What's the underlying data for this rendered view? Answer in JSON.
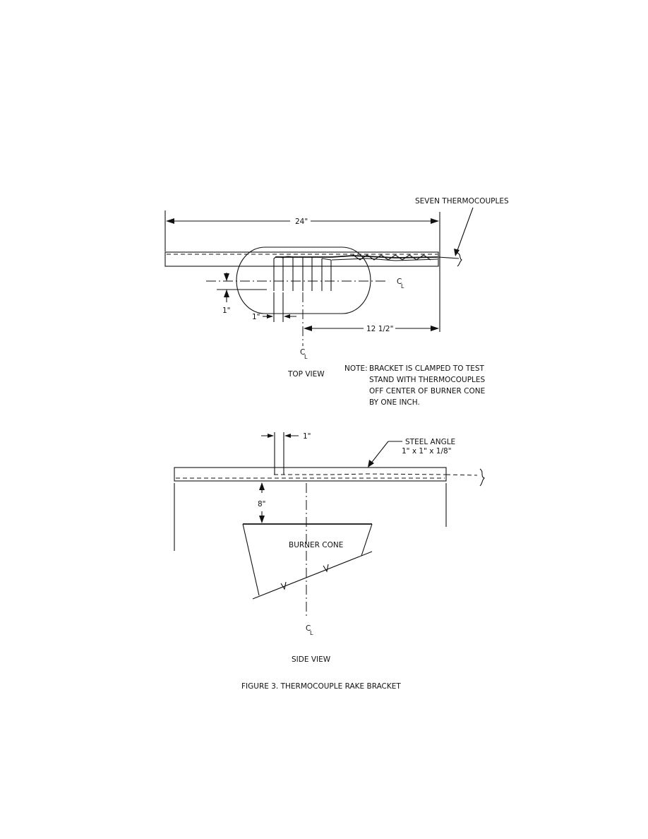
{
  "top_view": {
    "callout": "SEVEN THERMOCOUPLES",
    "dim_length": "24\"",
    "dim_offset": "1\"",
    "dim_spacing": "1\"",
    "dim_to_center": "12 1/2\"",
    "centerline_horizontal": "C",
    "centerline_horizontal_sub": "L",
    "centerline_vertical": "C",
    "centerline_vertical_sub": "L",
    "caption": "TOP VIEW",
    "note_label": "NOTE:",
    "note_lines": [
      "BRACKET IS CLAMPED TO TEST",
      "STAND WITH THERMOCOUPLES",
      "OFF CENTER OF BURNER CONE",
      "BY ONE INCH."
    ]
  },
  "side_view": {
    "dim_spacing": "1\"",
    "callout_line1": "STEEL ANGLE",
    "callout_line2": "1\" x 1\" x 1/8\"",
    "dim_height": "8\"",
    "burner_label": "BURNER CONE",
    "centerline": "C",
    "centerline_sub": "L",
    "caption": "SIDE VIEW"
  },
  "figure_caption": "FIGURE 3.  THERMOCOUPLE RAKE BRACKET"
}
